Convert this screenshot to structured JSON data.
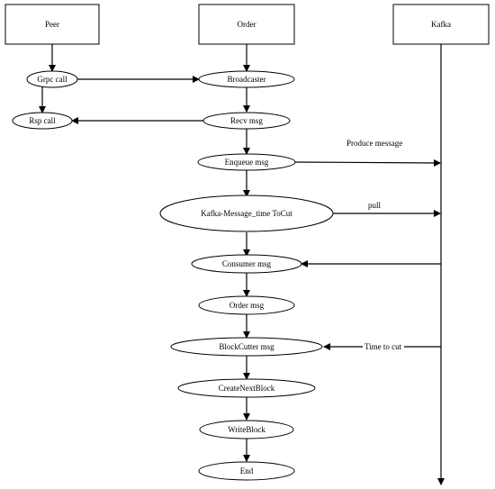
{
  "lanes": {
    "peer": "Peer",
    "order": "Order",
    "kafka": "Kafka"
  },
  "nodes": {
    "grpc_call": "Grpc call",
    "rsp_call": "Rsp call",
    "broadcaster": "Broadcaster",
    "recv_msg": "Recv msg",
    "enqueue_msg": "Enqueue msg",
    "kafka_message": "Kafka-Message_time ToCut",
    "consumer_msg": "Consumer msg",
    "order_msg": "Order msg",
    "blockcutter_msg": "BlockCutter msg",
    "create_next_block": "CreateNextBlock",
    "write_block": "WriteBlock",
    "end": "End"
  },
  "edge_labels": {
    "produce_message": "Produce message",
    "pull": "pull",
    "time_to_cut": "Time to cut"
  }
}
